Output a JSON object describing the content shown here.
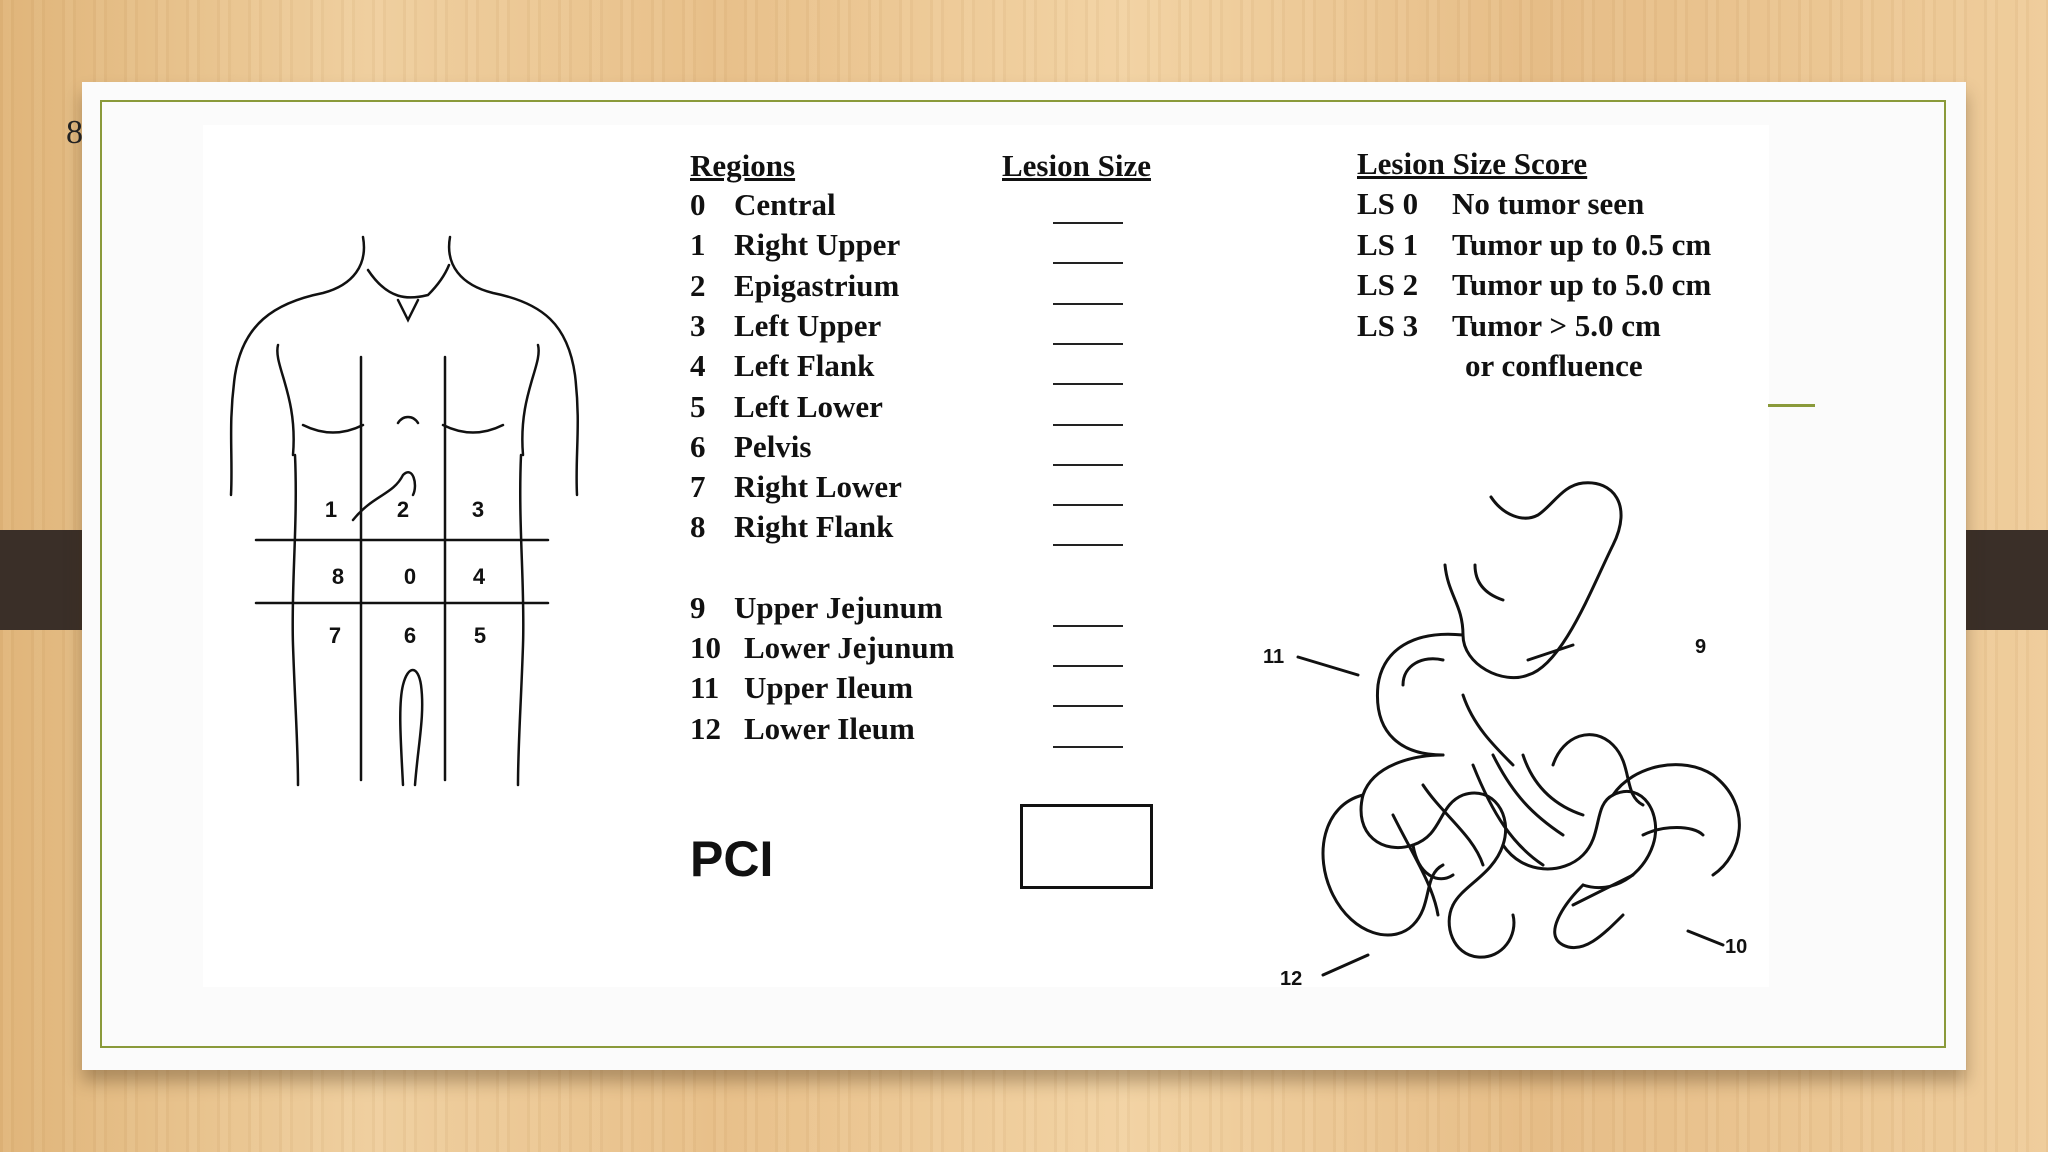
{
  "slide": {
    "page_number": "8"
  },
  "regions": {
    "heading": "Regions",
    "items": [
      {
        "num": "0",
        "name": "Central"
      },
      {
        "num": "1",
        "name": "Right Upper"
      },
      {
        "num": "2",
        "name": "Epigastrium"
      },
      {
        "num": "3",
        "name": "Left Upper"
      },
      {
        "num": "4",
        "name": "Left Flank"
      },
      {
        "num": "5",
        "name": "Left Lower"
      },
      {
        "num": "6",
        "name": "Pelvis"
      },
      {
        "num": "7",
        "name": "Right Lower"
      },
      {
        "num": "8",
        "name": "Right Flank"
      },
      {
        "num": "9",
        "name": "Upper Jejunum"
      },
      {
        "num": "10",
        "name": "Lower Jejunum"
      },
      {
        "num": "11",
        "name": "Upper Ileum"
      },
      {
        "num": "12",
        "name": "Lower Ileum"
      }
    ]
  },
  "lesion_size": {
    "heading": "Lesion Size"
  },
  "score": {
    "heading": "Lesion Size Score",
    "items": [
      {
        "code": "LS 0",
        "desc": "No tumor seen"
      },
      {
        "code": "LS 1",
        "desc": "Tumor up to 0.5 cm"
      },
      {
        "code": "LS 2",
        "desc": "Tumor up to 5.0 cm"
      },
      {
        "code": "LS 3",
        "desc": "Tumor > 5.0 cm"
      }
    ],
    "continuation": "or confluence"
  },
  "pci": {
    "label": "PCI"
  },
  "torso_labels": [
    "1",
    "2",
    "3",
    "8",
    "0",
    "4",
    "7",
    "6",
    "5"
  ],
  "bowel_labels": [
    "11",
    "9",
    "12",
    "10"
  ]
}
